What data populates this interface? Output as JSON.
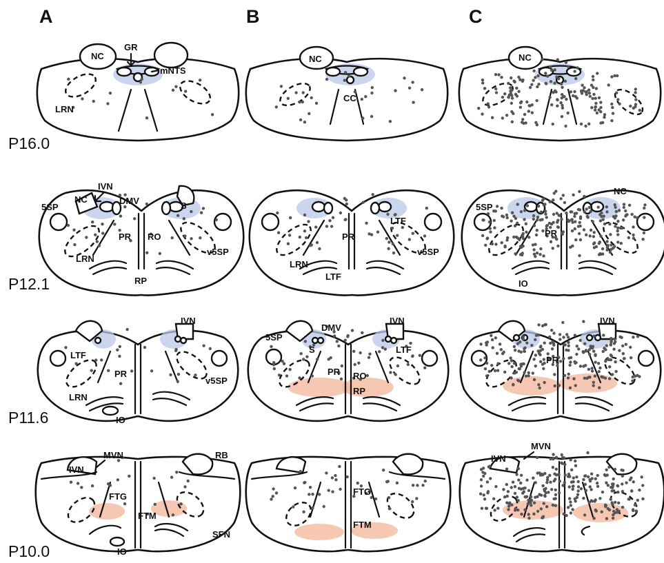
{
  "figure": {
    "columns": [
      "A",
      "B",
      "C"
    ],
    "rows": [
      "P16.0",
      "P12.1",
      "P11.6",
      "P10.0"
    ],
    "colors": {
      "blue_region": "#b9c8e8",
      "pink_region": "#f4b9a0",
      "dots": "#555555",
      "outline": "#111111"
    },
    "annotations": {
      "r0": {
        "A": [
          "NC",
          "GR",
          "mNTS",
          "LRN"
        ],
        "B": [
          "NC",
          "CC"
        ],
        "C": [
          "NC"
        ]
      },
      "r1": {
        "A": [
          "IVN",
          "NC",
          "5SP",
          "DMV",
          "S",
          "PR",
          "RO",
          "LRN",
          "v5SP",
          "RP"
        ],
        "B": [
          "LTF",
          "PR",
          "v5SP",
          "LRN",
          "LTF"
        ],
        "C": [
          "NC",
          "5SP",
          "PR",
          "IO"
        ]
      },
      "r2": {
        "A": [
          "IVN",
          "LTF",
          "PR",
          "v5SP",
          "LRN",
          "IO"
        ],
        "B": [
          "IVN",
          "DMV",
          "5SP",
          "S",
          "LTF",
          "PR",
          "RO",
          "RP"
        ],
        "C": [
          "IVN",
          "PR"
        ]
      },
      "r3": {
        "A": [
          "IVN",
          "MVN",
          "RB",
          "FTG",
          "FTM",
          "SFN",
          "IO"
        ],
        "B": [
          "FTG",
          "FTM"
        ],
        "C": [
          "IVN",
          "MVN"
        ]
      }
    },
    "dot_density": {
      "A": [
        14,
        32,
        22,
        20
      ],
      "B": [
        30,
        46,
        56,
        44
      ],
      "C": [
        170,
        230,
        220,
        260
      ]
    }
  }
}
